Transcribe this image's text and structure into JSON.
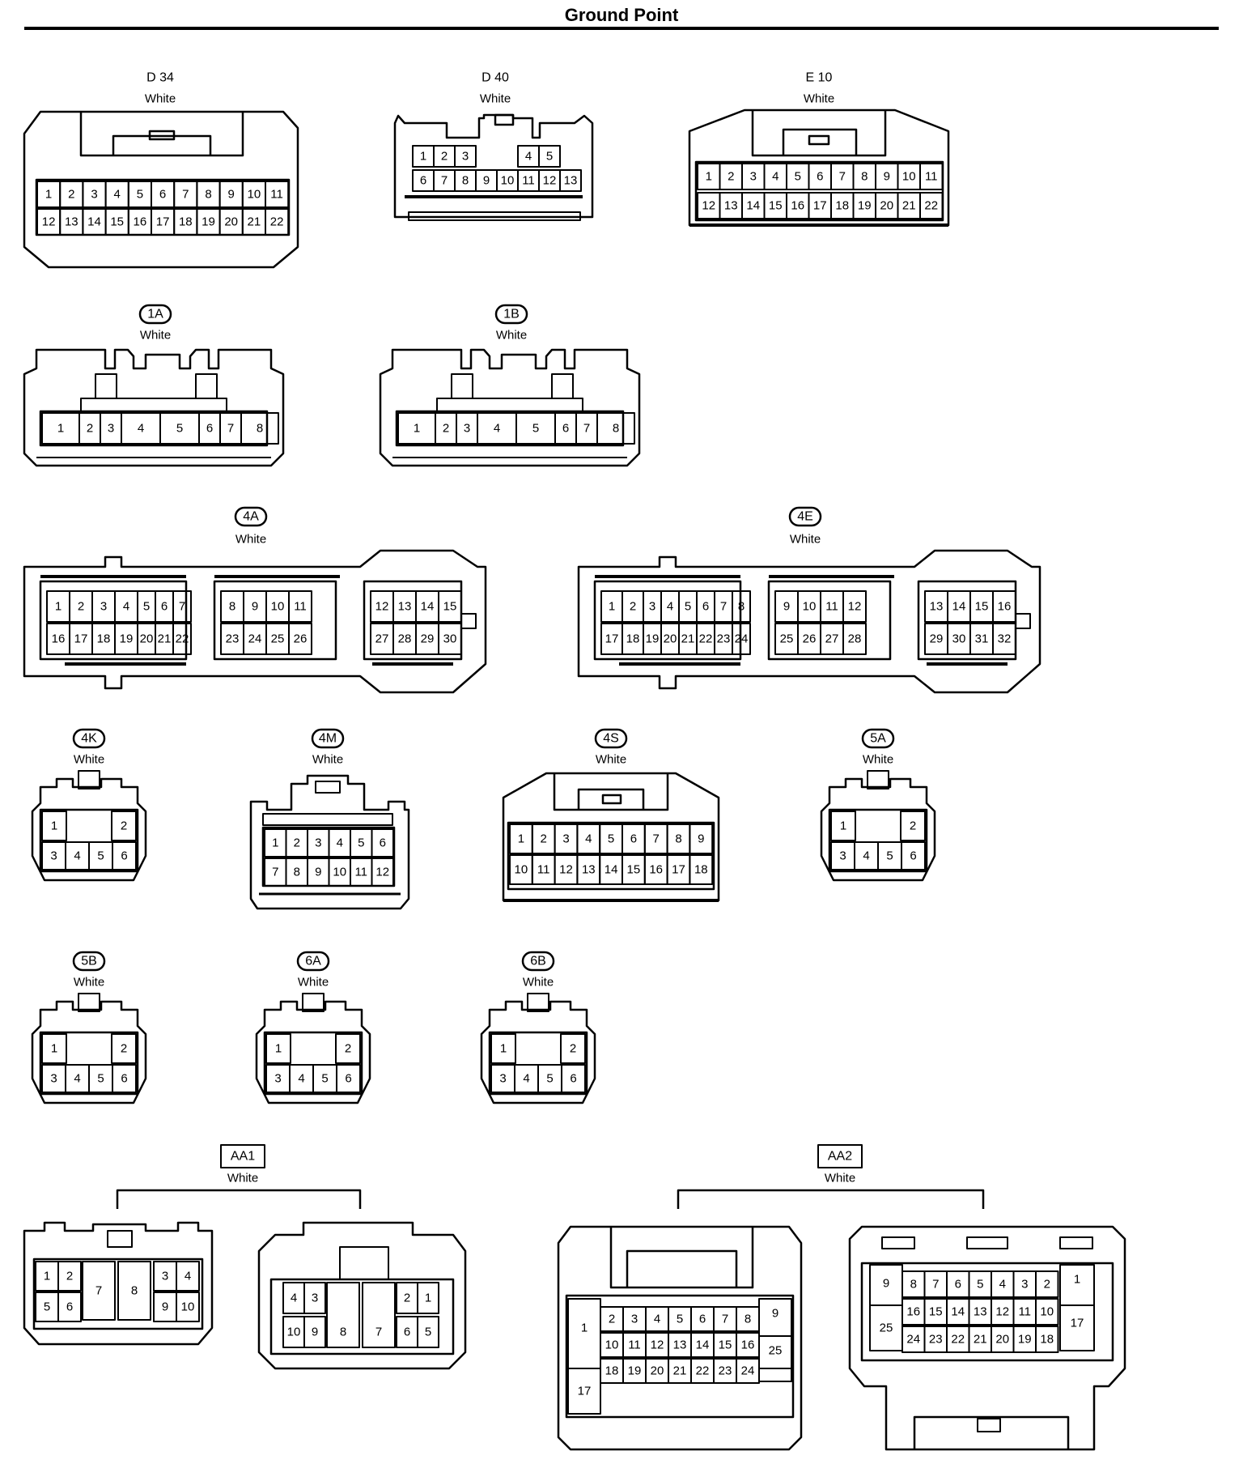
{
  "title": "Ground Point",
  "connectors": [
    {
      "id": "D 34",
      "color": "White",
      "badge": "plain",
      "rows": [
        [
          "1",
          "2",
          "3",
          "4",
          "5",
          "6",
          "7",
          "8",
          "9",
          "10",
          "11"
        ],
        [
          "12",
          "13",
          "14",
          "15",
          "16",
          "17",
          "18",
          "19",
          "20",
          "21",
          "22"
        ]
      ]
    },
    {
      "id": "D 40",
      "color": "White",
      "badge": "plain",
      "rows": [
        [
          "1",
          "2",
          "3",
          "",
          "",
          "4",
          "5"
        ],
        [
          "6",
          "7",
          "8",
          "9",
          "10",
          "11",
          "12",
          "13"
        ]
      ]
    },
    {
      "id": "E 10",
      "color": "White",
      "badge": "plain",
      "rows": [
        [
          "1",
          "2",
          "3",
          "4",
          "5",
          "6",
          "7",
          "8",
          "9",
          "10",
          "11"
        ],
        [
          "12",
          "13",
          "14",
          "15",
          "16",
          "17",
          "18",
          "19",
          "20",
          "21",
          "22"
        ]
      ]
    },
    {
      "id": "1A",
      "color": "White",
      "badge": "rounded",
      "rows": [
        [
          "1",
          "2",
          "3",
          "4",
          "5",
          "6",
          "7",
          "8"
        ]
      ]
    },
    {
      "id": "1B",
      "color": "White",
      "badge": "rounded",
      "rows": [
        [
          "1",
          "2",
          "3",
          "4",
          "5",
          "6",
          "7",
          "8"
        ]
      ]
    },
    {
      "id": "4A",
      "color": "White",
      "badge": "rounded",
      "rows": [
        [
          "1",
          "2",
          "3",
          "4",
          "5",
          "6",
          "7",
          "8",
          "9",
          "10",
          "11",
          "12",
          "13",
          "14",
          "15"
        ],
        [
          "16",
          "17",
          "18",
          "19",
          "20",
          "21",
          "22",
          "23",
          "24",
          "25",
          "26",
          "27",
          "28",
          "29",
          "30"
        ]
      ]
    },
    {
      "id": "4E",
      "color": "White",
      "badge": "rounded",
      "rows": [
        [
          "1",
          "2",
          "3",
          "4",
          "5",
          "6",
          "7",
          "8",
          "9",
          "10",
          "11",
          "12",
          "13",
          "14",
          "15",
          "16"
        ],
        [
          "17",
          "18",
          "19",
          "20",
          "21",
          "22",
          "23",
          "24",
          "25",
          "26",
          "27",
          "28",
          "29",
          "30",
          "31",
          "32"
        ]
      ]
    },
    {
      "id": "4K",
      "color": "White",
      "badge": "rounded",
      "rows": [
        [
          "1",
          "2"
        ],
        [
          "3",
          "4",
          "5",
          "6"
        ]
      ]
    },
    {
      "id": "4M",
      "color": "White",
      "badge": "rounded",
      "rows": [
        [
          "1",
          "2",
          "3",
          "4",
          "5",
          "6"
        ],
        [
          "7",
          "8",
          "9",
          "10",
          "11",
          "12"
        ]
      ]
    },
    {
      "id": "4S",
      "color": "White",
      "badge": "rounded",
      "rows": [
        [
          "1",
          "2",
          "3",
          "4",
          "5",
          "6",
          "7",
          "8",
          "9"
        ],
        [
          "10",
          "11",
          "12",
          "13",
          "14",
          "15",
          "16",
          "17",
          "18"
        ]
      ]
    },
    {
      "id": "5A",
      "color": "White",
      "badge": "rounded",
      "rows": [
        [
          "1",
          "2"
        ],
        [
          "3",
          "4",
          "5",
          "6"
        ]
      ]
    },
    {
      "id": "5B",
      "color": "White",
      "badge": "rounded",
      "rows": [
        [
          "1",
          "2"
        ],
        [
          "3",
          "4",
          "5",
          "6"
        ]
      ]
    },
    {
      "id": "6A",
      "color": "White",
      "badge": "rounded",
      "rows": [
        [
          "1",
          "2"
        ],
        [
          "3",
          "4",
          "5",
          "6"
        ]
      ]
    },
    {
      "id": "6B",
      "color": "White",
      "badge": "rounded",
      "rows": [
        [
          "1",
          "2"
        ],
        [
          "3",
          "4",
          "5",
          "6"
        ]
      ]
    },
    {
      "id": "AA1",
      "color": "White",
      "badge": "box",
      "halves": [
        {
          "rows": [
            [
              "1",
              "2",
              "3",
              "4"
            ],
            [
              "5",
              "6",
              "7",
              "8",
              "9",
              "10"
            ]
          ]
        },
        {
          "rows": [
            [
              "4",
              "3",
              "2",
              "1"
            ],
            [
              "10",
              "9",
              "8",
              "7",
              "6",
              "5"
            ]
          ]
        }
      ]
    },
    {
      "id": "AA2",
      "color": "White",
      "badge": "box",
      "halves": [
        {
          "rows": [
            [
              "1",
              "2",
              "3",
              "4",
              "5",
              "6",
              "7",
              "8",
              "9"
            ],
            [
              "17",
              "10",
              "11",
              "12",
              "13",
              "14",
              "15",
              "16",
              "25"
            ],
            [
              "18",
              "19",
              "20",
              "21",
              "22",
              "23",
              "24"
            ]
          ]
        },
        {
          "rows": [
            [
              "9",
              "8",
              "7",
              "6",
              "5",
              "4",
              "3",
              "2",
              "1"
            ],
            [
              "25",
              "16",
              "15",
              "14",
              "13",
              "12",
              "11",
              "10",
              "17"
            ],
            [
              "24",
              "23",
              "22",
              "21",
              "20",
              "19",
              "18"
            ]
          ]
        }
      ]
    }
  ]
}
